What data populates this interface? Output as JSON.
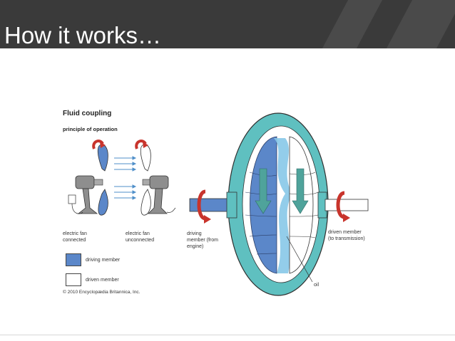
{
  "slide": {
    "title": "How it works…"
  },
  "figure": {
    "title": "Fluid coupling",
    "subtitle": "principle of operation",
    "labels": {
      "fan_connected": [
        "electric fan",
        "connected"
      ],
      "fan_unconnected": [
        "electric fan",
        "unconnected"
      ],
      "driving_member": [
        "driving",
        "member (from",
        "engine)"
      ],
      "driven_member": [
        "driven member",
        "(to transmission)"
      ],
      "oil": "oil"
    },
    "legend": {
      "driving": "driving member",
      "driven": "driven member"
    },
    "copyright": "© 2010 Encyclopædia Britannica, Inc."
  },
  "colors": {
    "title_bar": "#3a3a3a",
    "driving_blue": "#5b87c9",
    "casing_teal": "#5fc0c0",
    "arrow_red": "#c8342c",
    "fluid_blue": "#87c8e8"
  }
}
